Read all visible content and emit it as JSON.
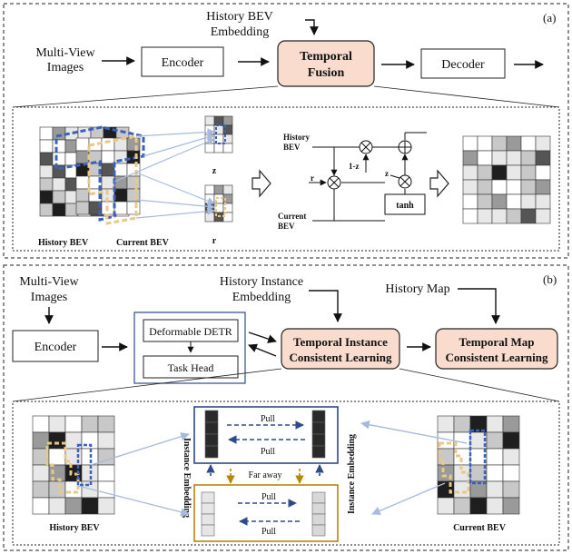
{
  "panel_a": {
    "label": "(a)",
    "inputs_label": [
      "Multi-View",
      "Images"
    ],
    "history_label": [
      "History BEV",
      "Embedding"
    ],
    "encoder": "Encoder",
    "fusion": [
      "Temporal",
      "Fusion"
    ],
    "decoder": "Decoder",
    "grid_history_label": "History BEV",
    "grid_current_label": "Current BEV",
    "z_label": "z",
    "r_label": "r",
    "gate": {
      "history": [
        "History",
        "BEV"
      ],
      "current": [
        "Current",
        "BEV"
      ],
      "r": "r",
      "one_minus_z": "1-z",
      "z": "z",
      "tanh": "tanh"
    }
  },
  "panel_b": {
    "label": "(b)",
    "inputs_label": [
      "Multi-View",
      "Images"
    ],
    "instance_label": [
      "History Instance",
      "Embedding"
    ],
    "map_label": "History Map",
    "encoder": "Encoder",
    "detr": "Deformable DETR",
    "task_head": "Task Head",
    "tic": [
      "Temporal Instance",
      "Consistent Learning"
    ],
    "tmc": [
      "Temporal Map",
      "Consistent Learning"
    ],
    "history_bev": "History BEV",
    "current_bev": "Current BEV",
    "instance_embedding": "Instance Embedding",
    "pull": "Pull",
    "far_away": "Far away"
  },
  "colors": {
    "fusion_fill": "#f9dccd",
    "blue_dash": "#3b62b8",
    "yellow_dash": "#e8c98a",
    "light_arrow": "#a7bcdc",
    "gold": "#b8860b",
    "navy": "#2e4a8a"
  }
}
